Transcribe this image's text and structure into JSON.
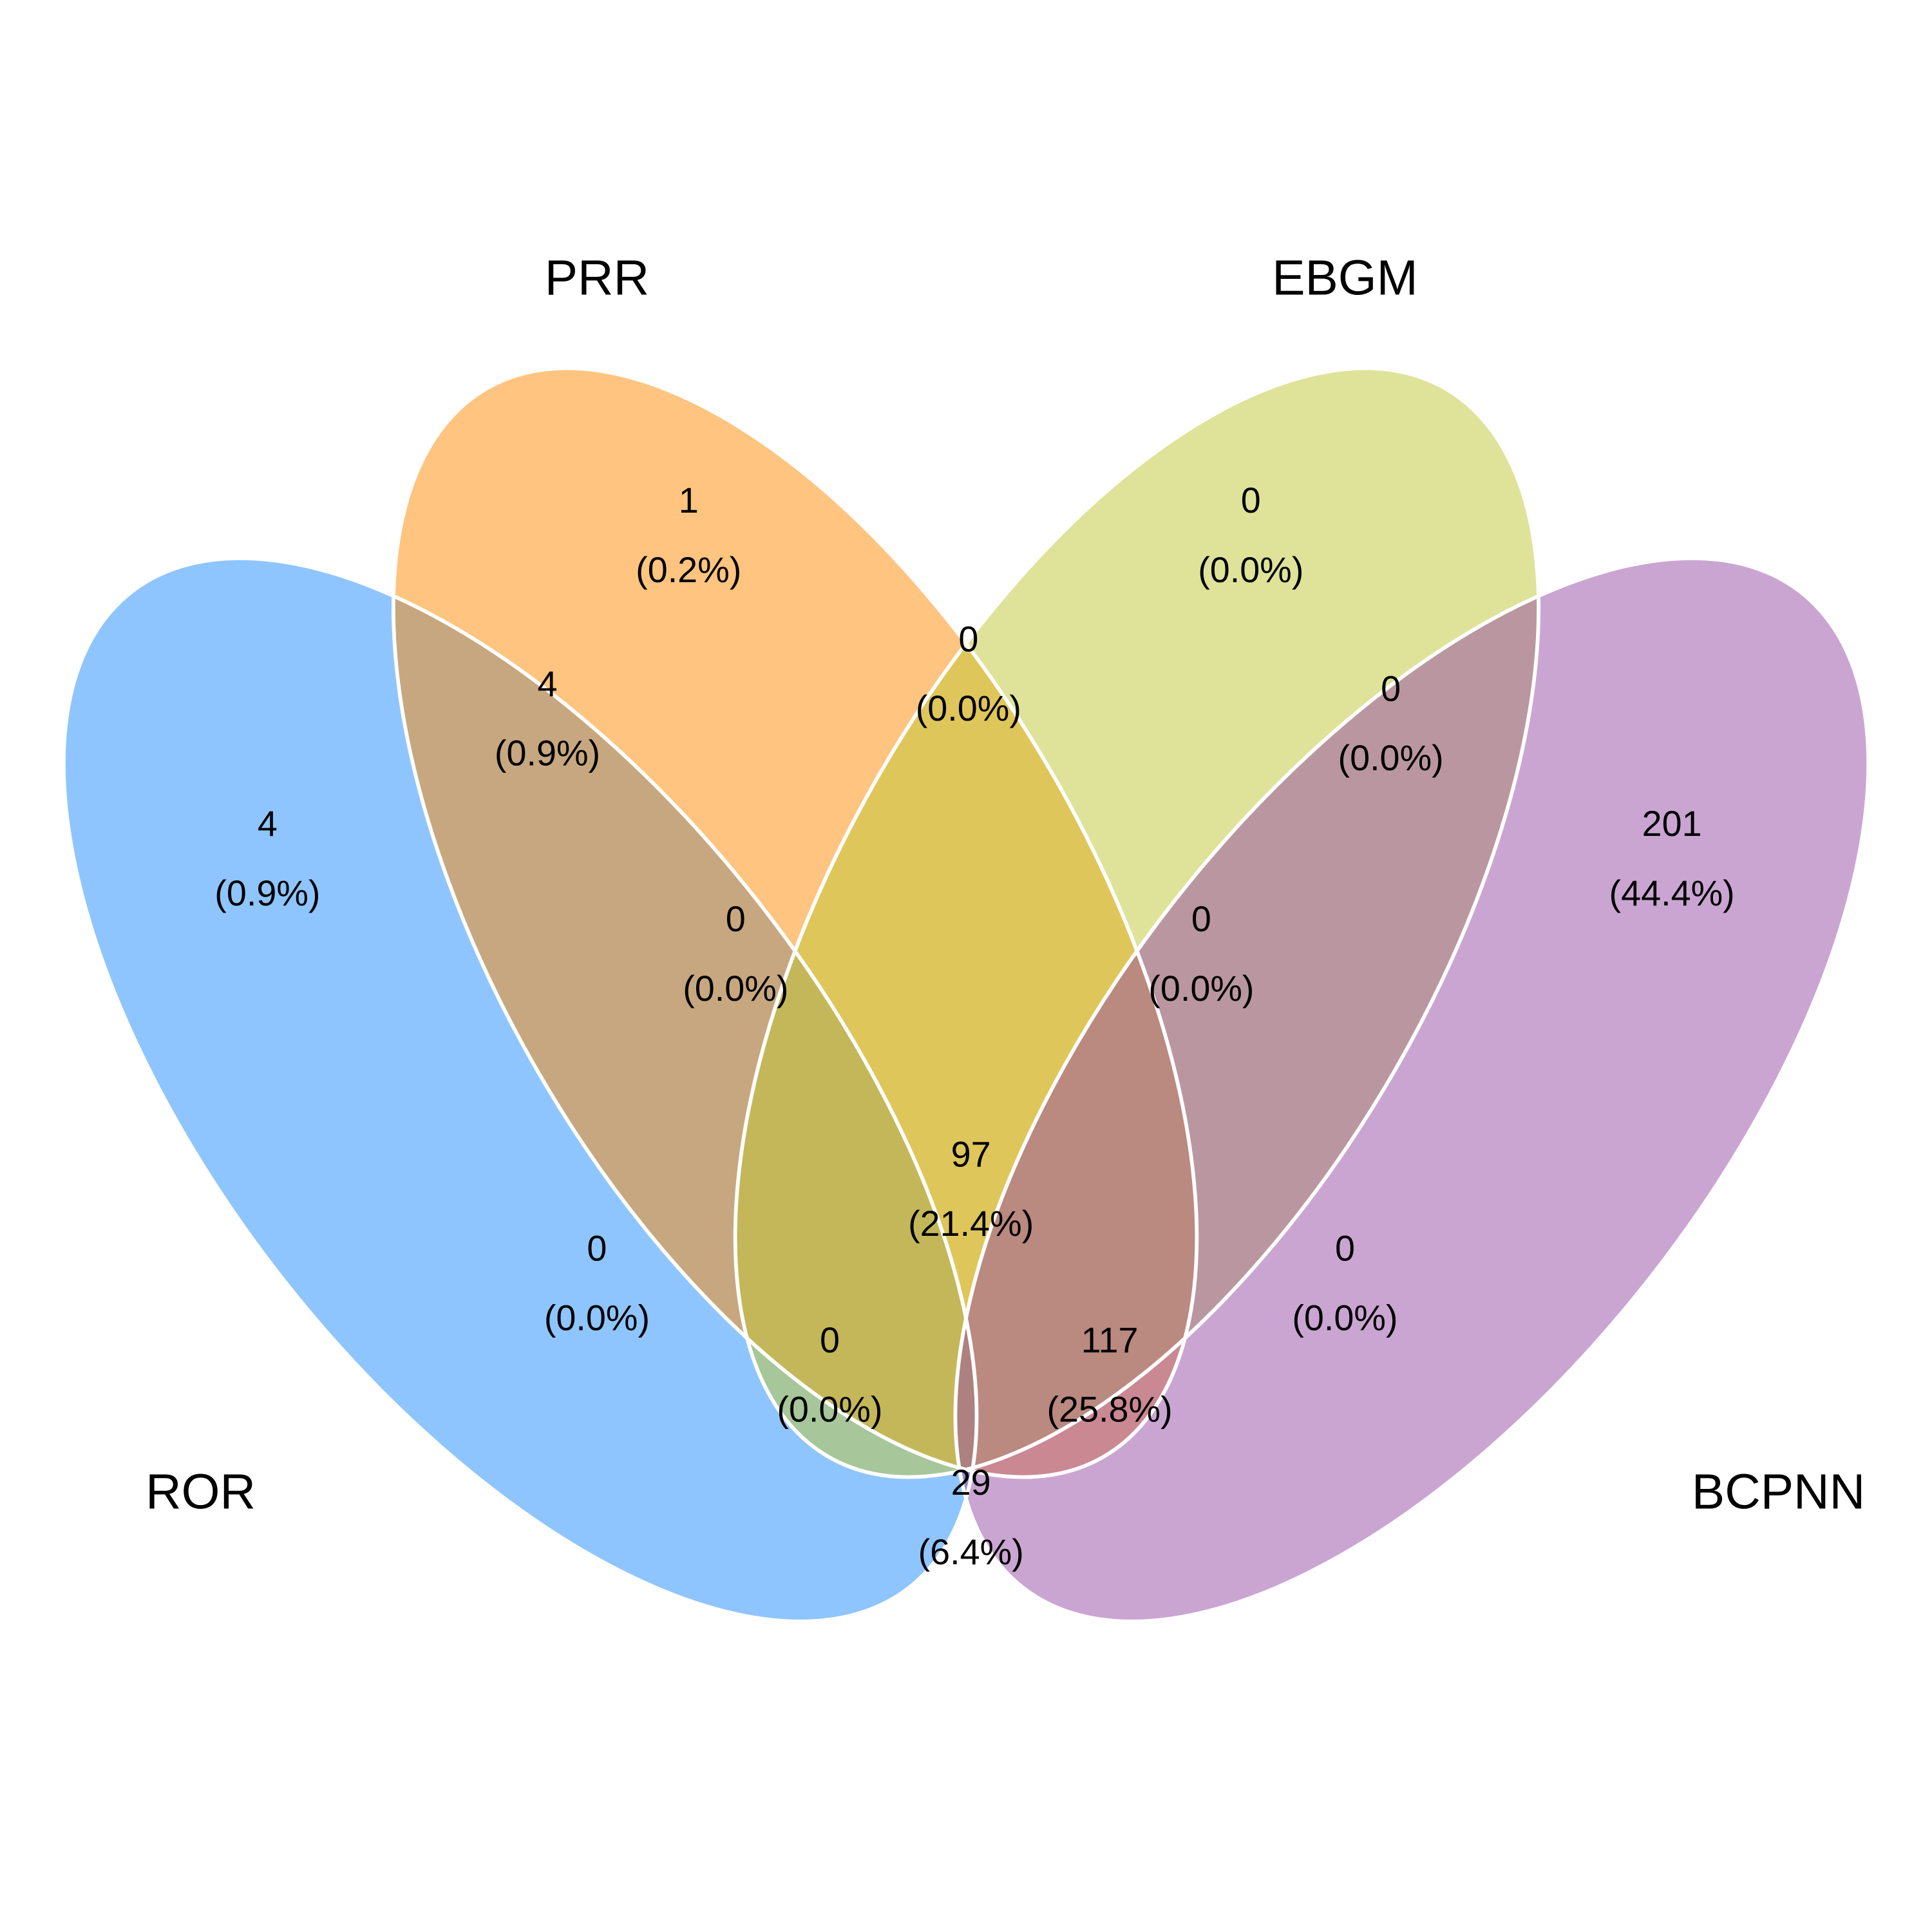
{
  "chart_data": {
    "type": "venn",
    "sets": [
      {
        "name": "ROR",
        "color": "#1f8bff"
      },
      {
        "name": "PRR",
        "color": "#ff8900"
      },
      {
        "name": "EBGM",
        "color": "#bfc735"
      },
      {
        "name": "BCPNN",
        "color": "#954ba5"
      }
    ],
    "regions": [
      {
        "sets": [
          "ROR"
        ],
        "count": "4",
        "percent": "(0.9%)"
      },
      {
        "sets": [
          "PRR"
        ],
        "count": "1",
        "percent": "(0.2%)"
      },
      {
        "sets": [
          "EBGM"
        ],
        "count": "0",
        "percent": "(0.0%)"
      },
      {
        "sets": [
          "BCPNN"
        ],
        "count": "201",
        "percent": "(44.4%)"
      },
      {
        "sets": [
          "ROR",
          "PRR"
        ],
        "count": "4",
        "percent": "(0.9%)"
      },
      {
        "sets": [
          "PRR",
          "EBGM"
        ],
        "count": "0",
        "percent": "(0.0%)"
      },
      {
        "sets": [
          "EBGM",
          "BCPNN"
        ],
        "count": "0",
        "percent": "(0.0%)"
      },
      {
        "sets": [
          "ROR",
          "PRR",
          "EBGM"
        ],
        "count": "0",
        "percent": "(0.0%)"
      },
      {
        "sets": [
          "PRR",
          "EBGM",
          "BCPNN"
        ],
        "count": "0",
        "percent": "(0.0%)"
      },
      {
        "sets": [
          "ROR",
          "PRR",
          "EBGM",
          "BCPNN"
        ],
        "count": "97",
        "percent": "(21.4%)"
      },
      {
        "sets": [
          "ROR",
          "EBGM"
        ],
        "count": "0",
        "percent": "(0.0%)"
      },
      {
        "sets": [
          "PRR",
          "BCPNN"
        ],
        "count": "0",
        "percent": "(0.0%)"
      },
      {
        "sets": [
          "ROR",
          "EBGM",
          "BCPNN"
        ],
        "count": "0",
        "percent": "(0.0%)"
      },
      {
        "sets": [
          "ROR",
          "PRR",
          "BCPNN"
        ],
        "count": "117",
        "percent": "(25.8%)"
      },
      {
        "sets": [
          "ROR",
          "BCPNN"
        ],
        "count": "29",
        "percent": "(6.4%)"
      }
    ]
  }
}
